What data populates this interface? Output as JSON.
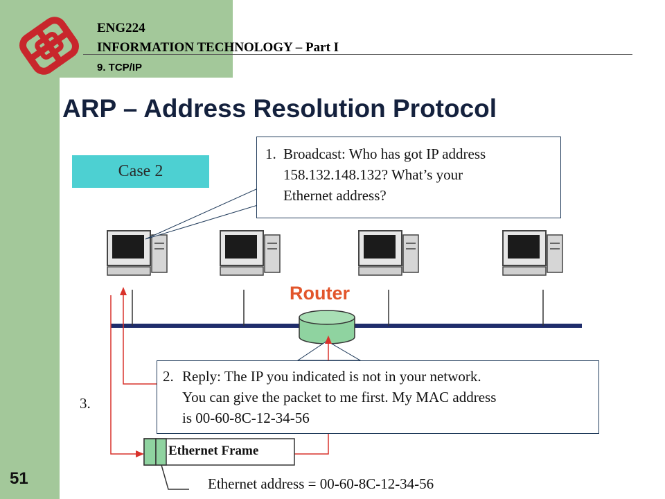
{
  "header": {
    "course": "ENG224",
    "subject": "INFORMATION TECHNOLOGY – Part I",
    "chapter": "9.  TCP/IP"
  },
  "slide": {
    "title": "ARP – Address Resolution Protocol",
    "number": "51"
  },
  "case_label": "Case 2",
  "callout_broadcast": {
    "number": "1.",
    "lines": [
      "Broadcast: Who has got IP address",
      "158.132.148.132? What’s your",
      "Ethernet address?"
    ]
  },
  "callout_reply": {
    "number": "2.",
    "lines": [
      "Reply: The IP you indicated is not in your network.",
      "You can give the packet to me first. My MAC address",
      "is 00-60-8C-12-34-56"
    ]
  },
  "router_label": "Router",
  "step_three": "3.",
  "frame_label": "Ethernet Frame",
  "ethernet_address": "Ethernet address = 00-60-8C-12-34-56",
  "colors": {
    "sidebar_green": "#a3c89a",
    "title_navy": "#14213d",
    "case_cyan": "#4dd0d2",
    "router_orange": "#e2552b",
    "router_fill": "#8fd3a0",
    "arrow_red": "#d9322b",
    "logo_red": "#c8262c"
  },
  "icons": [
    "university-logo-icon",
    "desktop-computer-icon",
    "router-cylinder-icon"
  ]
}
